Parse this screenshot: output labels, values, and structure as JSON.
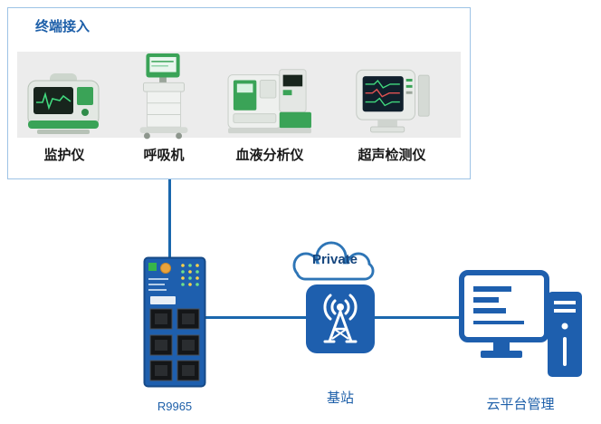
{
  "terminal_panel": {
    "title": "终端接入",
    "devices": [
      {
        "label": "监护仪",
        "icon": "patient-monitor-icon"
      },
      {
        "label": "呼吸机",
        "icon": "ventilator-icon"
      },
      {
        "label": "血液分析仪",
        "icon": "blood-analyzer-icon"
      },
      {
        "label": "超声检测仪",
        "icon": "ultrasound-icon"
      }
    ]
  },
  "router": {
    "label": "R9965"
  },
  "network": {
    "cloud_label": "Private",
    "base_station_label": "基站"
  },
  "platform": {
    "label": "云平台管理"
  },
  "colors": {
    "accent_blue": "#1e5fae",
    "connector_blue": "#1a67ad",
    "label_blue": "#1d5fa9",
    "cloud_text_blue": "#16467e",
    "panel_border": "#9dc3e6",
    "shelf_gray": "#ececec",
    "device_green": "#3aa357"
  }
}
